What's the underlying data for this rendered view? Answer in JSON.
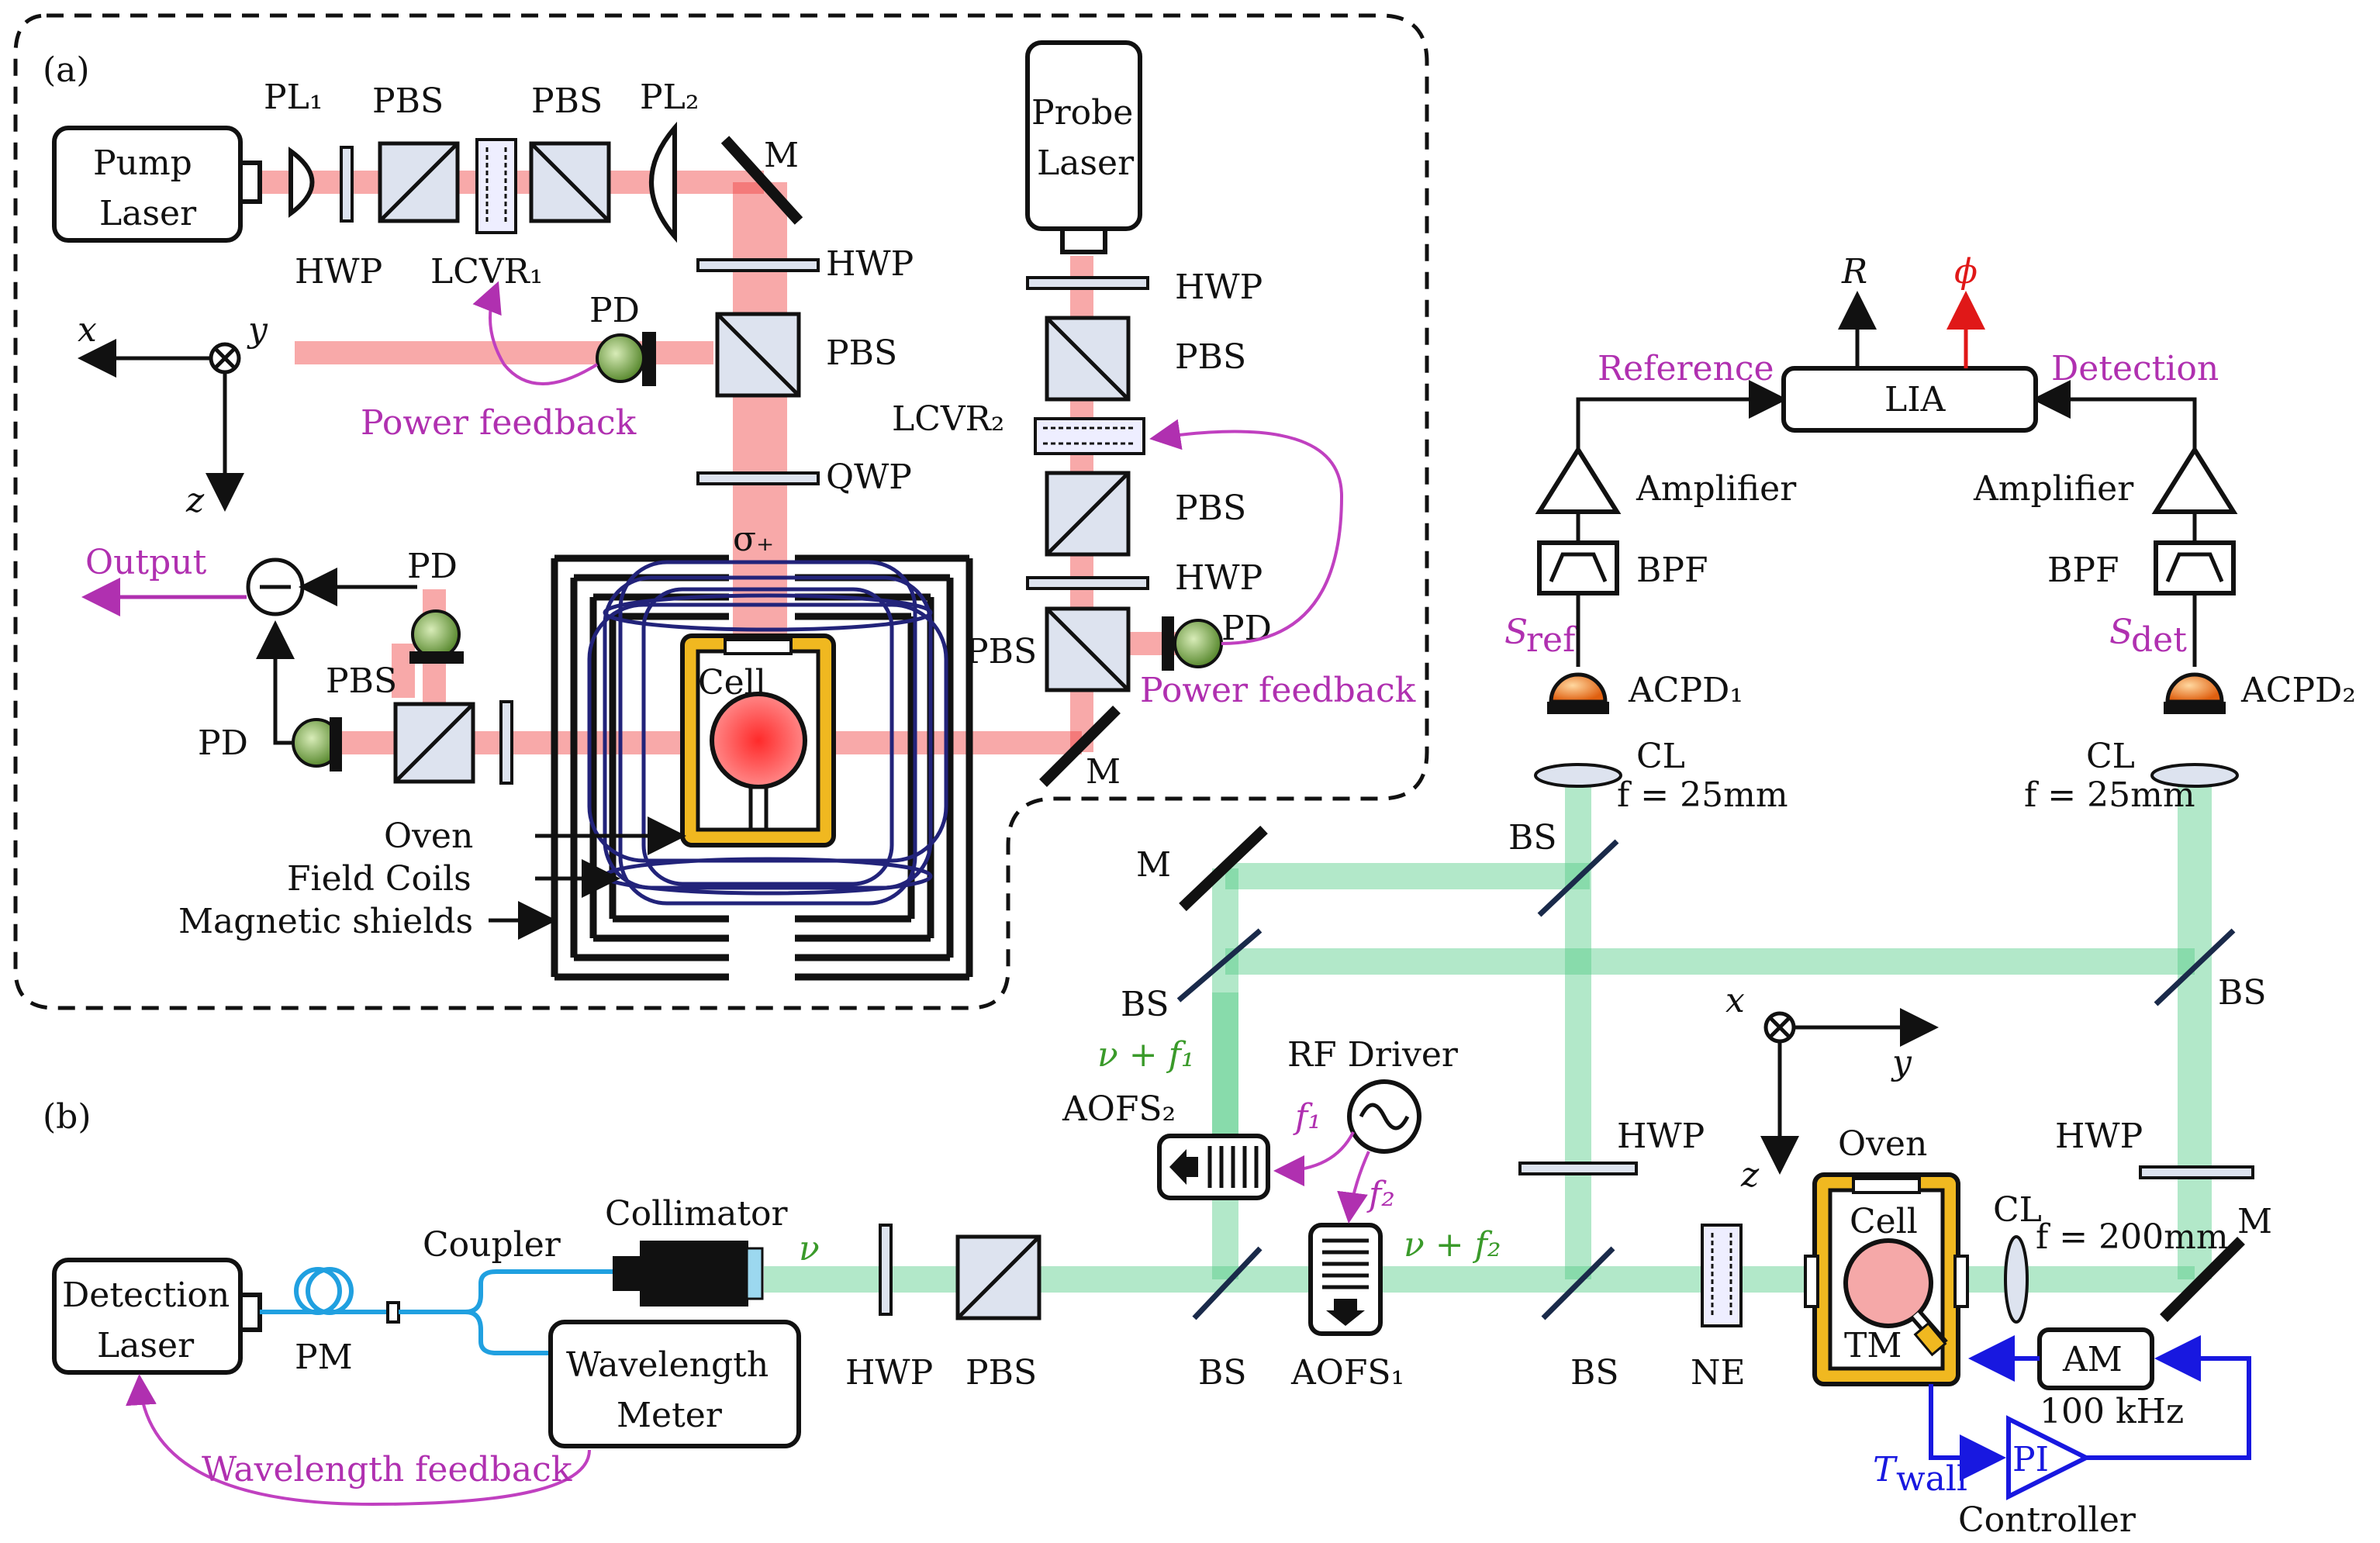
{
  "panels": {
    "a": "(a)",
    "b": "(b)"
  },
  "panel_a": {
    "pump_laser": [
      "Pump",
      "Laser"
    ],
    "probe_laser": [
      "Probe",
      "Laser"
    ],
    "pl1": "PL₁",
    "pl2": "PL₂",
    "pbs": "PBS",
    "hwp": "HWP",
    "qwp": "QWP",
    "m": "M",
    "pd": "PD",
    "lcvr1": "LCVR₁",
    "lcvr2": "LCVR₂",
    "power_feedback": "Power feedback",
    "output": "Output",
    "cell": "Cell",
    "sigma": "σ₊",
    "oven": "Oven",
    "field_coils": "Field Coils",
    "magnetic_shields": "Magnetic shields",
    "axes": {
      "x": "x",
      "y": "y",
      "z": "z"
    }
  },
  "panel_b": {
    "detection_laser": [
      "Detection",
      "Laser"
    ],
    "pm": "PM",
    "coupler": "Coupler",
    "collimator": "Collimator",
    "wavelength_meter": [
      "Wavelength",
      "Meter"
    ],
    "wavelength_feedback": "Wavelength feedback",
    "nu": "ν",
    "nu_f1": "ν + f₁",
    "nu_f2": "ν + f₂",
    "rf_driver": "RF Driver",
    "f1": "f₁",
    "f2": "f₂",
    "aofs1": "AOFS₁",
    "aofs2": "AOFS₂",
    "hwp": "HWP",
    "pbs": "PBS",
    "bs": "BS",
    "ne": "NE",
    "m": "M",
    "oven": "Oven",
    "cell": "Cell",
    "tm": "TM",
    "cl": "CL",
    "f200": "f = 200mm",
    "f25": "f = 25mm",
    "am": "AM",
    "am_freq": "100 kHz",
    "pi": "PI",
    "controller": "Controller",
    "twall": "T",
    "twall_sub": "wall",
    "acpd1": "ACPD₁",
    "acpd2": "ACPD₂",
    "bpf": "BPF",
    "amplifier": "Amplifier",
    "sref": "S",
    "sref_sub": "ref",
    "sdet": "S",
    "sdet_sub": "det",
    "reference": "Reference",
    "detection": "Detection",
    "lia": "LIA",
    "r": "R",
    "phi": "ϕ",
    "axes": {
      "x": "x",
      "y": "y",
      "z": "z"
    }
  },
  "colors": {
    "pump_beam": "#f04040",
    "detection_beam": "#55cc88",
    "feedback": "#b030b0",
    "control": "#1818e0",
    "oven": "#f0b820"
  }
}
